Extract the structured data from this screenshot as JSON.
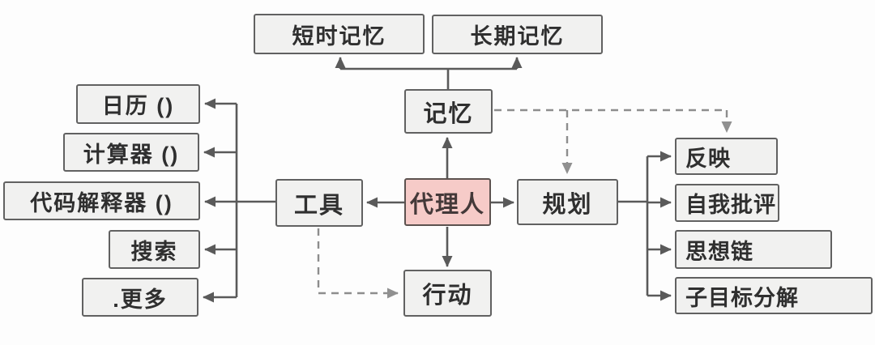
{
  "diagram": {
    "type": "flowchart",
    "language": "zh",
    "nodes": {
      "short_term_memory": {
        "label": "短时记忆"
      },
      "long_term_memory": {
        "label": "长期记忆"
      },
      "memory": {
        "label": "记忆"
      },
      "calendar": {
        "label": "日历 ()"
      },
      "calculator": {
        "label": "计算器 ()"
      },
      "code_interpreter": {
        "label": "代码解释器 ()"
      },
      "search": {
        "label": "搜索"
      },
      "more": {
        "label": ".更多"
      },
      "tools": {
        "label": "工具"
      },
      "agent": {
        "label": "代理人"
      },
      "planning": {
        "label": "规划"
      },
      "action": {
        "label": "行动"
      },
      "reflection": {
        "label": "反映"
      },
      "self_critique": {
        "label": "自我批评"
      },
      "chain_of_thought": {
        "label": "思想链"
      },
      "subgoal_decomposition": {
        "label": "子目标分解"
      }
    },
    "edges": {
      "solid": [
        "memory -> short_term_memory",
        "memory -> long_term_memory",
        "agent -> memory",
        "agent -> tools",
        "agent -> planning",
        "agent -> action",
        "tools -> calendar",
        "tools -> calculator",
        "tools -> code_interpreter",
        "tools -> search",
        "tools -> more",
        "planning -> reflection",
        "planning -> self_critique",
        "planning -> chain_of_thought",
        "planning -> subgoal_decomposition"
      ],
      "dashed": [
        "memory -> planning",
        "memory -> reflection",
        "tools -> action"
      ]
    },
    "colors": {
      "node_fill": "#f1f1f0",
      "node_border": "#616161",
      "agent_fill": "#f6cbc8",
      "agent_border": "#5c524f",
      "solid_line": "#5a5a5a",
      "dashed_line": "#8d8d8d",
      "text": "#2f2f2f",
      "background": "#fdfdfd"
    }
  }
}
